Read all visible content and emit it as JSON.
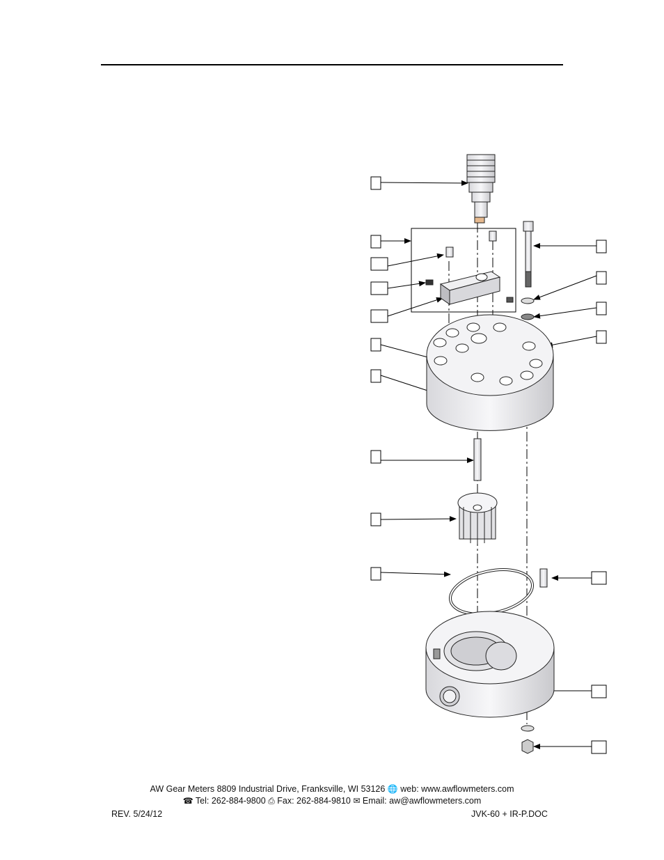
{
  "footer": {
    "line1": "AW Gear Meters 8809 Industrial Drive, Franksville, WI 53126",
    "web": "web: www.awflowmeters.com",
    "tel": "Tel:  262-884-9800",
    "fax": "Fax:  262-884-9810",
    "email": "Email: aw@awflowmeters.com",
    "icons": [
      "globe-icon",
      "phone-icon",
      "fax-icon",
      "email-icon"
    ]
  },
  "rev": "REV. 5/24/12",
  "doc_name": "JVK-60 + IR-P.DOC"
}
